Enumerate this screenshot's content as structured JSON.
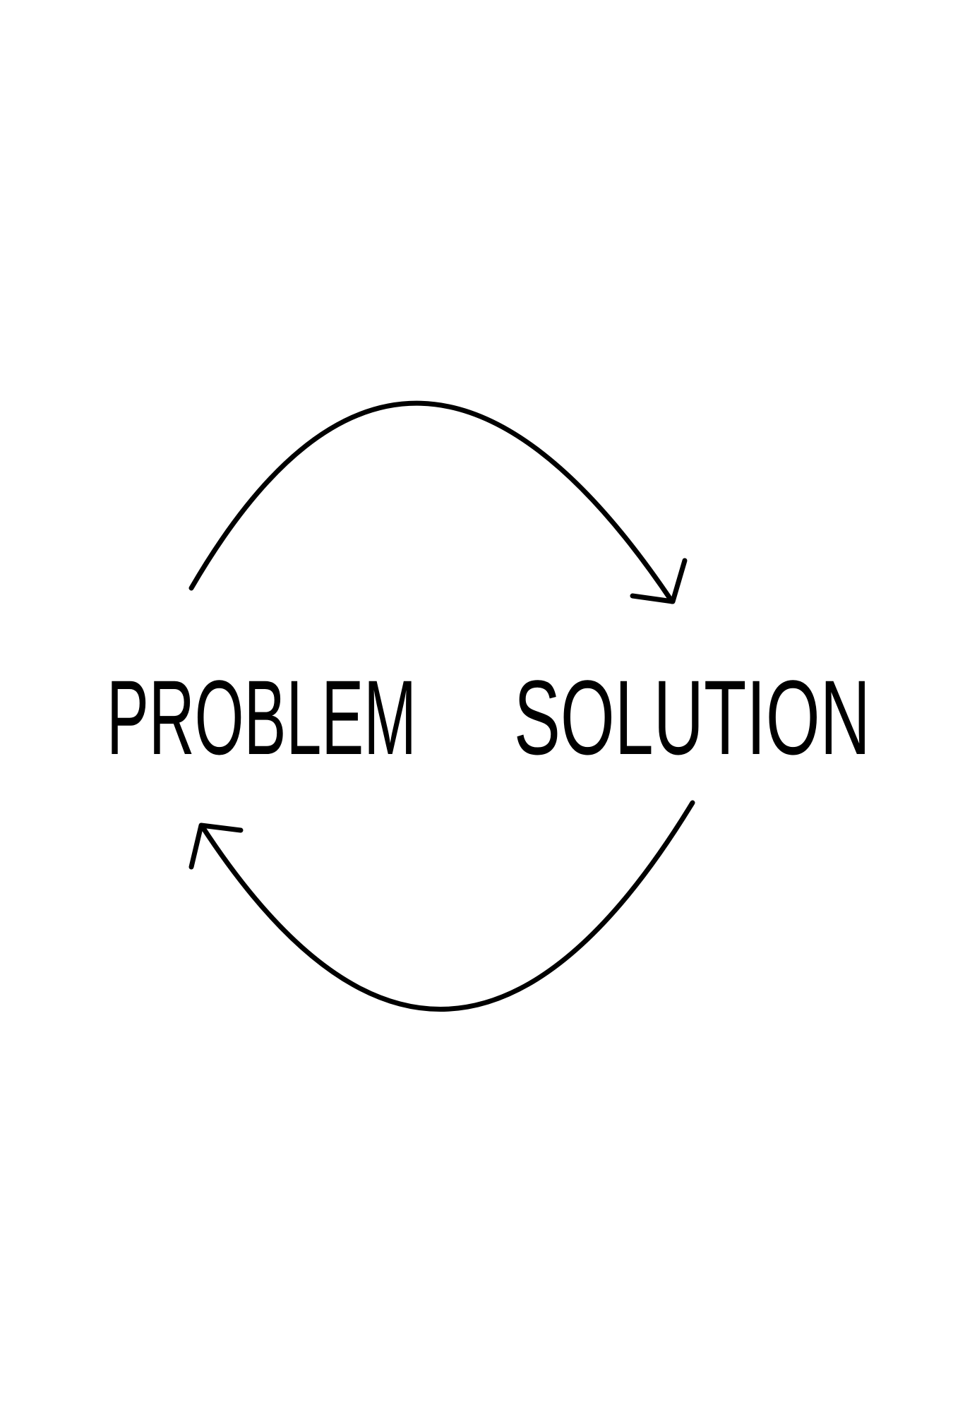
{
  "diagram": {
    "left_label": "PROBLEM",
    "right_label": "SOLUTION",
    "stroke_color": "#000000",
    "background": "#ffffff",
    "arrows": [
      {
        "from": "PROBLEM",
        "to": "SOLUTION",
        "direction": "clockwise-top"
      },
      {
        "from": "SOLUTION",
        "to": "PROBLEM",
        "direction": "clockwise-bottom"
      }
    ]
  }
}
